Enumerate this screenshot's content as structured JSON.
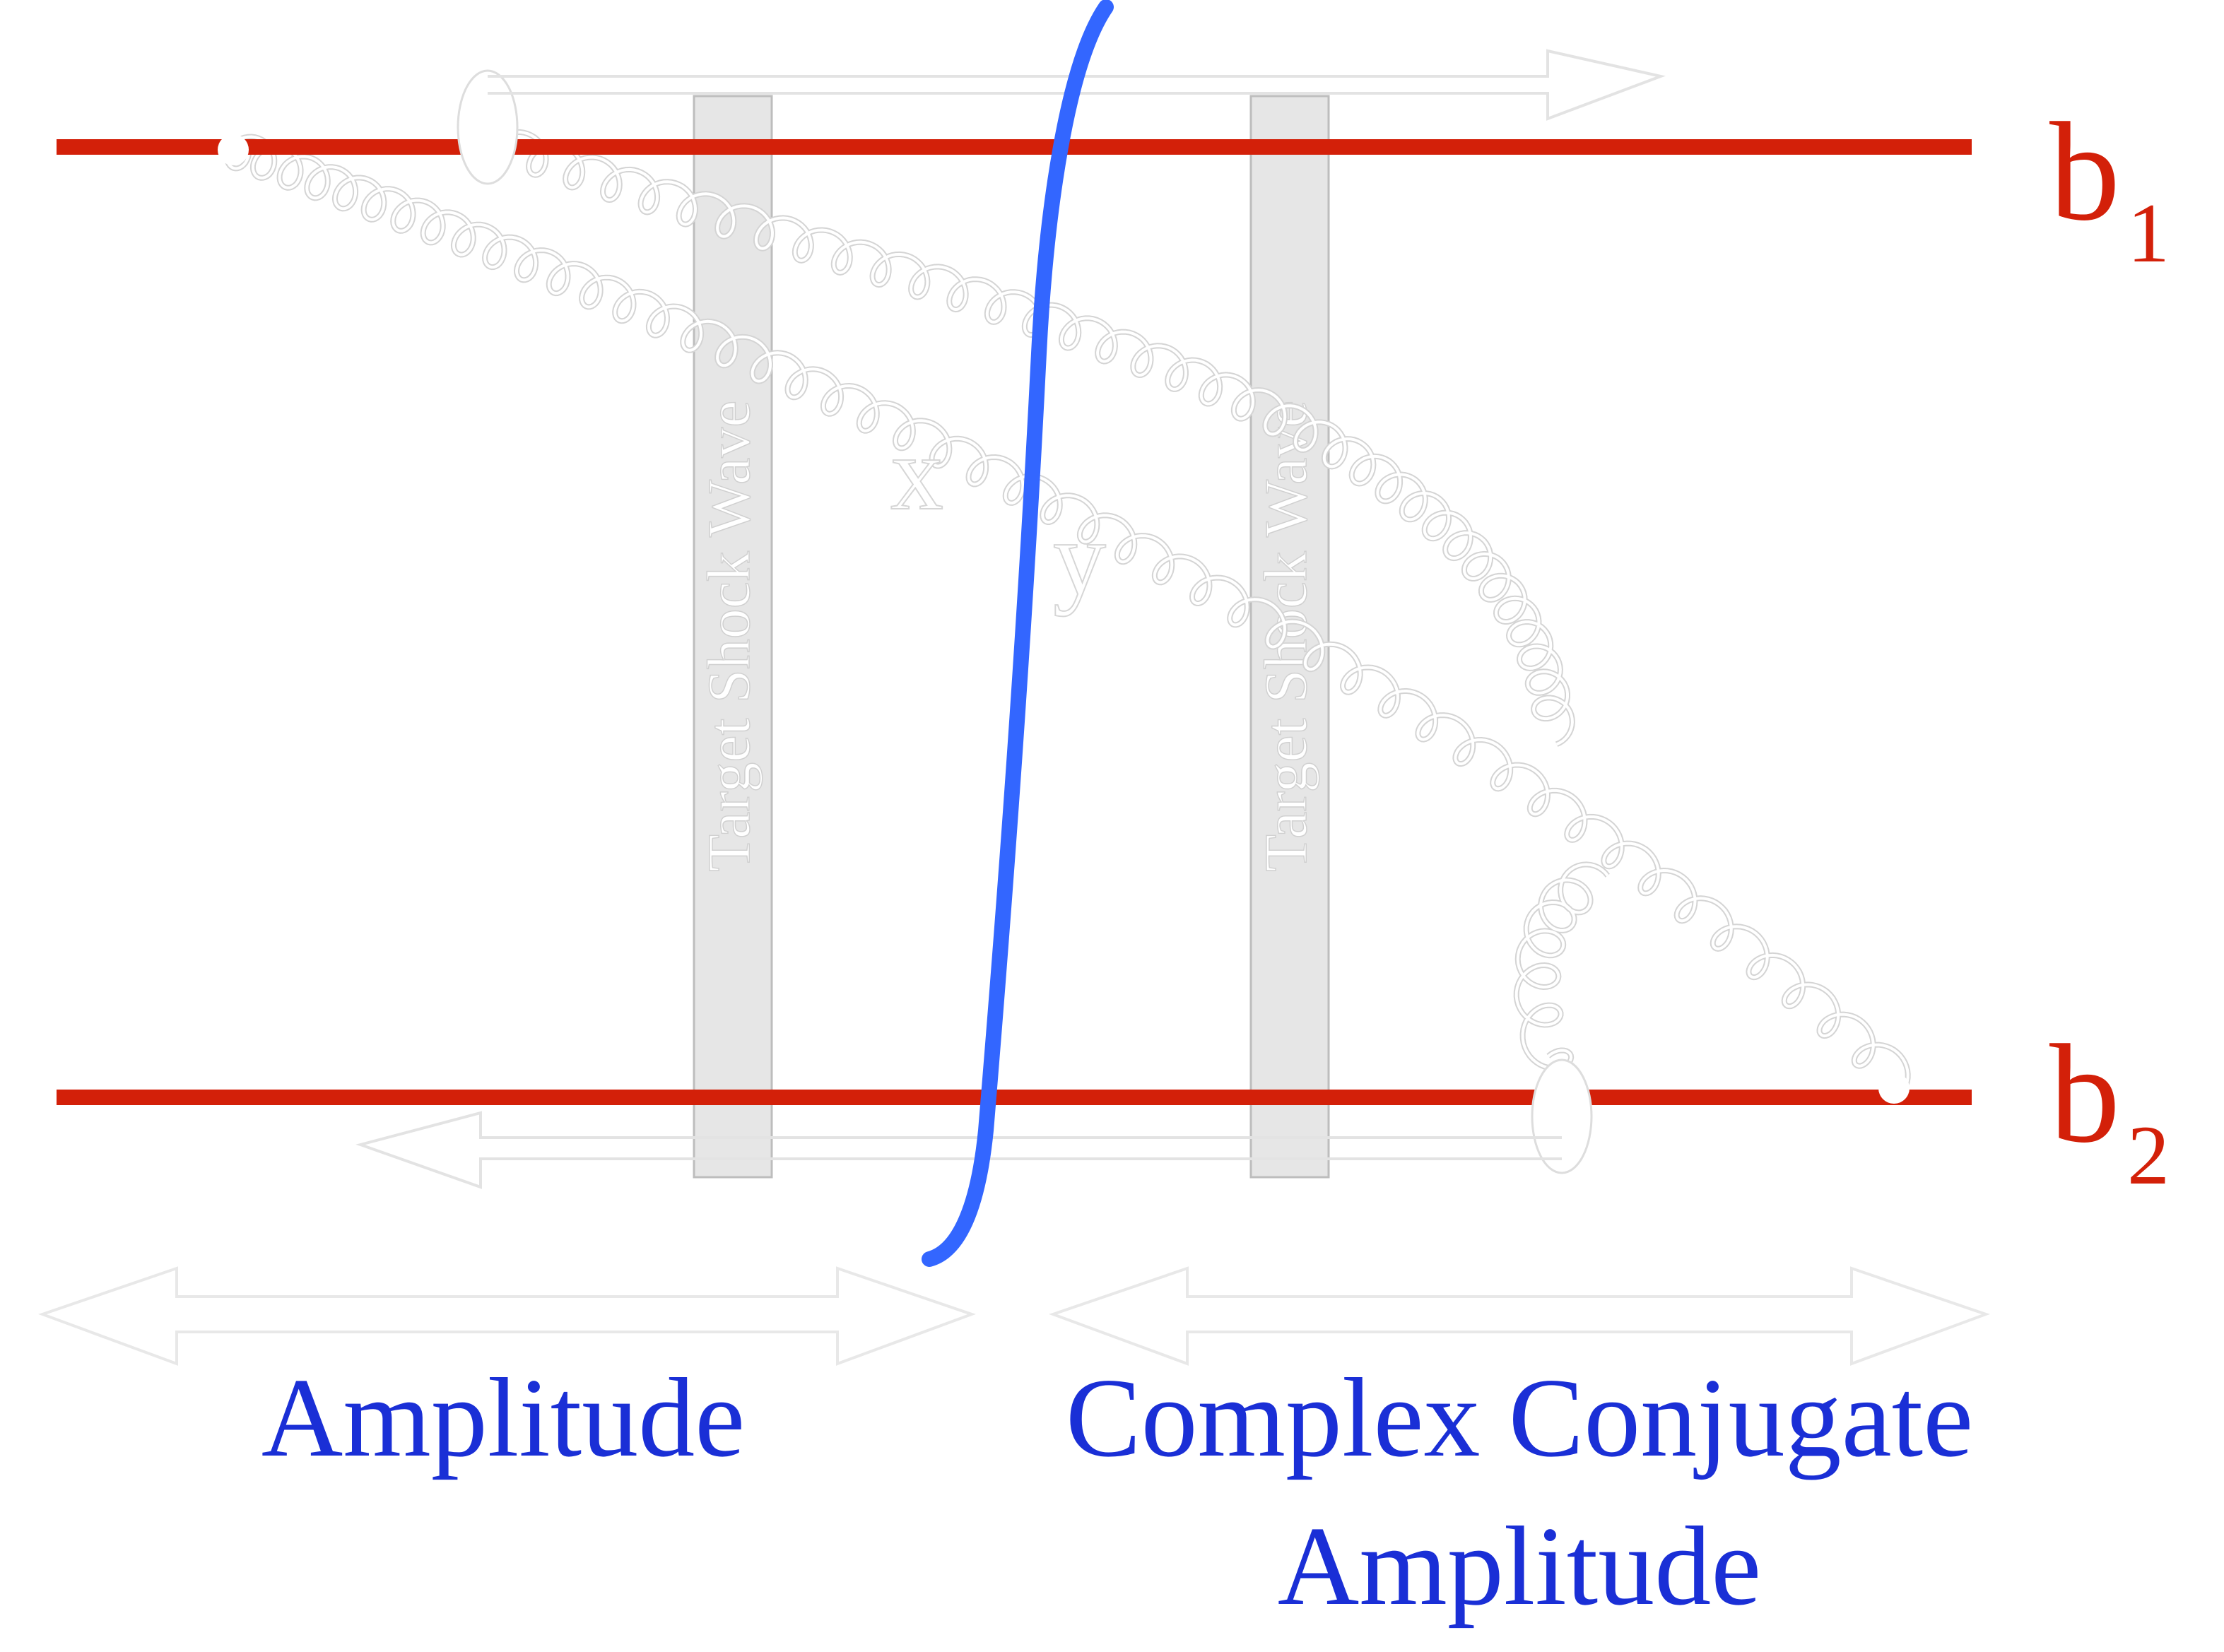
{
  "wilson_lines": {
    "top_label": "b",
    "top_subscript": "1",
    "bottom_label": "b",
    "bottom_subscript": "2",
    "color": "#d32009"
  },
  "shock_waves": {
    "left_label": "Target Shock Wave",
    "right_label": "Target Shock Wave",
    "fill": "#e6e6e6"
  },
  "final_state_cut": {
    "color": "#3366ff"
  },
  "gluon_vertex_labels": {
    "x": "x",
    "y": "y",
    "color": "#ffffff"
  },
  "region_labels": {
    "amplitude": "Amplitude",
    "complex_conjugate_line1": "Complex Conjugate",
    "complex_conjugate_line2": "Amplitude",
    "color": "#1a2fd6"
  },
  "annotation_color": "#ffffff"
}
